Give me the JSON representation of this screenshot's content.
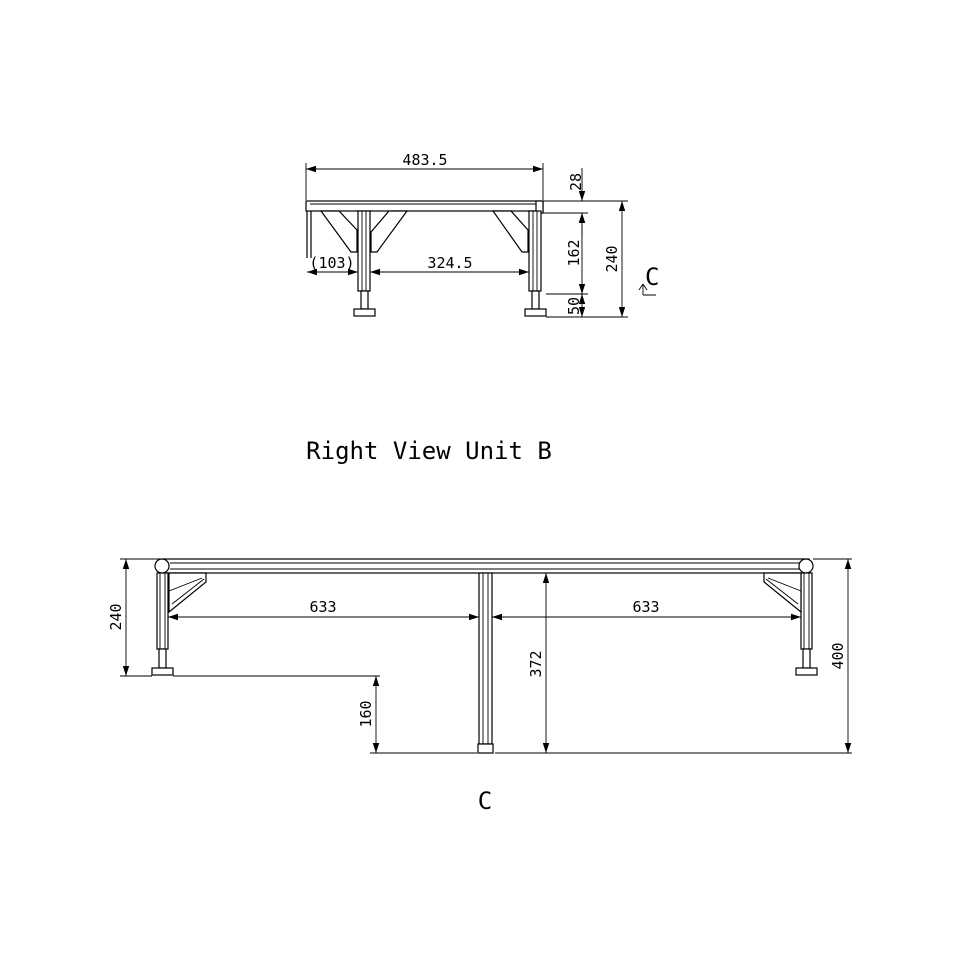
{
  "view_title": "Right View Unit B",
  "section_label": "C",
  "top_view": {
    "overall_width": "483.5",
    "top_thickness": "28",
    "frame_height": "162",
    "total_height": "240",
    "adjuster_height": "50",
    "offset": "(103)",
    "inner_span": "324.5",
    "section_marker": "C"
  },
  "bottom_view": {
    "height_left": "240",
    "span_left": "633",
    "span_right": "633",
    "center_leg_height": "372",
    "step": "160",
    "height_right": "400"
  }
}
